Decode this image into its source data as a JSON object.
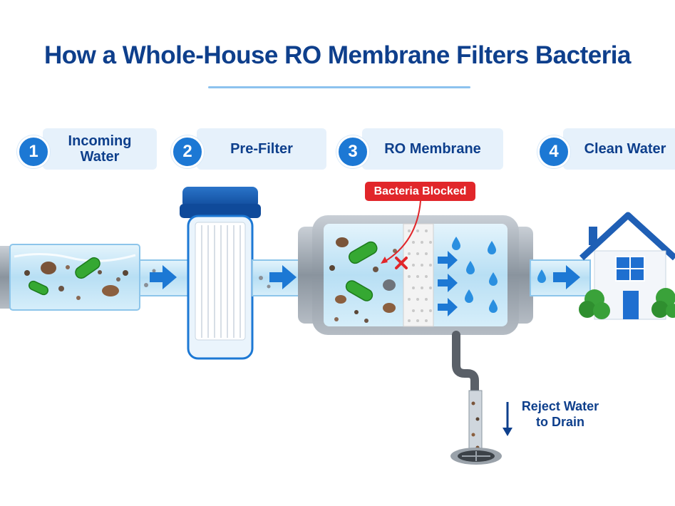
{
  "title": "How a Whole-House RO Membrane Filters Bacteria",
  "steps": [
    {
      "number": "1",
      "label": "Incoming Water"
    },
    {
      "number": "2",
      "label": "Pre-Filter"
    },
    {
      "number": "3",
      "label": "RO Membrane"
    },
    {
      "number": "4",
      "label": "Clean Water"
    }
  ],
  "callout": "Bacteria Blocked",
  "reject": "Reject Water to Drain",
  "colors": {
    "title": "#0e3f8c",
    "badge": "#1c78d4",
    "callout": "#e1262a",
    "water": "#bfe3f7",
    "arrow": "#1c78d4"
  }
}
